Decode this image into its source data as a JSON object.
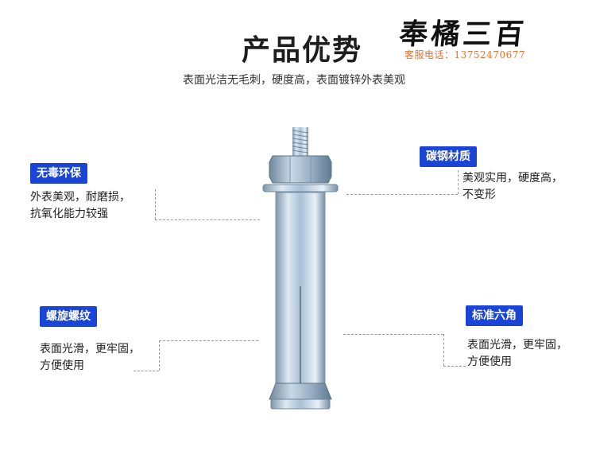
{
  "header": {
    "title": "产品优势",
    "subtitle": "表面光洁无毛刺，硬度高，表面镀锌外表美观"
  },
  "brand": {
    "name": "奉橘三百",
    "phone": "客服电话：13752470677"
  },
  "features": [
    {
      "label": "无毒环保",
      "desc_line1": "外表美观，耐磨损，",
      "desc_line2": "抗氧化能力较强"
    },
    {
      "label": "碳钢材质",
      "desc_line1": "美观实用，硬度高，",
      "desc_line2": "不变形"
    },
    {
      "label": "螺旋螺纹",
      "desc_line1": "表面光滑，更牢固，",
      "desc_line2": "方便使用"
    },
    {
      "label": "标准六角",
      "desc_line1": "表面光滑，更牢固，",
      "desc_line2": "方便使用"
    }
  ],
  "colors": {
    "badge": "#1a44d6",
    "brand_phone": "#e8702a",
    "bolt_metal": "#b9cfe3"
  },
  "icons": {
    "product": "expansion-bolt-image"
  }
}
